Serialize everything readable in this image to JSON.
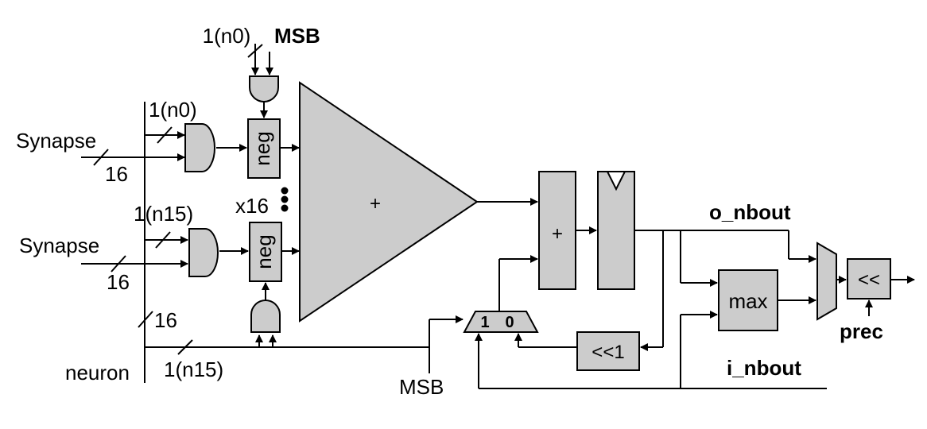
{
  "labels": {
    "in_1n0_top": "1(n0)",
    "msb_top": "MSB",
    "in_1n0": "1(n0)",
    "synapse_a": "Synapse",
    "width_16_a": "16",
    "x16": "x16",
    "in_1n15": "1(n15)",
    "synapse_b": "Synapse",
    "width_16_b": "16",
    "width_16_c": "16",
    "neuron": "neuron",
    "in_1n15_bottom": "1(n15)",
    "msb_bottom": "MSB",
    "o_nbout": "o_nbout",
    "i_nbout": "i_nbout",
    "prec": "prec"
  },
  "blocks": {
    "neg_a": "neg",
    "neg_b": "neg",
    "adder_tree": "+",
    "adder": "+",
    "mux_1": "1",
    "mux_0": "0",
    "shift_left_1": "<<1",
    "max": "max",
    "shift_out": "<<"
  },
  "colors": {
    "block_fill": "#cccccc",
    "stroke": "#000000"
  }
}
